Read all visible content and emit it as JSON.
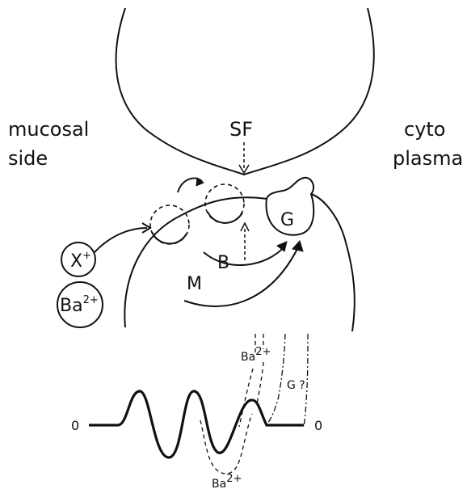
{
  "labels": {
    "mucosal": "mucosal",
    "mucosal_side": "side",
    "cyto": "cyto",
    "cyto_plasma": "plasma",
    "sf": "SF",
    "site_m": "M",
    "site_b": "B",
    "site_g": "G",
    "ion_x_base": "X",
    "ion_x_charge": "+",
    "ion_ba_base": "Ba",
    "ion_ba_charge": "2+",
    "profile_ba_upper": "Ba",
    "profile_ba_upper_charge": "2+",
    "profile_g_question": "G ?",
    "profile_zero_left": "0",
    "profile_zero_right": "0",
    "profile_ba_lower": "Ba",
    "profile_ba_lower_charge": "2+"
  }
}
